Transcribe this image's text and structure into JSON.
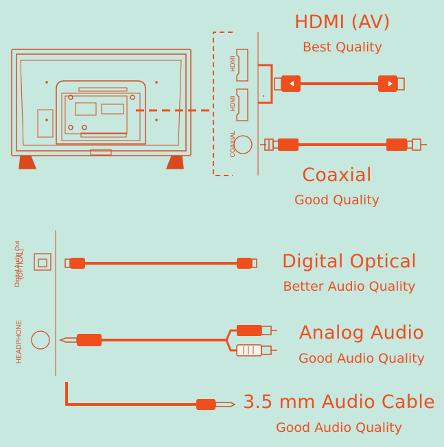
{
  "labels": {
    "hdmi_title": "HDMI (AV)",
    "hdmi_quality": "Best Quality",
    "coaxial_title": "Coaxial",
    "coaxial_quality": "Good Quality",
    "optical_title": "Digital Optical",
    "optical_quality": "Better Audio Quality",
    "analog_title": "Analog Audio",
    "analog_quality": "Good Audio Quality",
    "aux_title": "3.5 mm Audio Cable",
    "aux_quality": "Good Audio Quality"
  },
  "ports": {
    "hdmi_1": "HDMI",
    "hdmi_2": "HDMI",
    "coaxial": "COAXIAL",
    "optical_line1": "Digital Audio Out",
    "optical_line2": "(OPTICAL)",
    "headphone": "HEADPHONE"
  },
  "colors": {
    "background": "#c6e8df",
    "accent": "#f04e1c",
    "outline": "#d94a1e",
    "rca_white": "#f3f3ef"
  }
}
